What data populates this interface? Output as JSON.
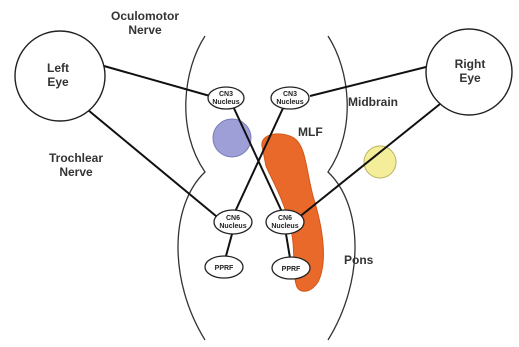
{
  "labels": {
    "oculomotor_nerve": [
      "Oculomotor",
      "Nerve"
    ],
    "trochlear_nerve": [
      "Trochlear",
      "Nerve"
    ],
    "midbrain": "Midbrain",
    "mlf": "MLF",
    "pons": "Pons"
  },
  "eyes": {
    "left": [
      "Left",
      "Eye"
    ],
    "right": [
      "Right",
      "Eye"
    ]
  },
  "nuclei": {
    "cn3_left": [
      "CN3",
      "Nucleus"
    ],
    "cn3_right": [
      "CN3",
      "Nucleus"
    ],
    "cn6_left": [
      "CN6",
      "Nucleus"
    ],
    "cn6_right": [
      "CN6",
      "Nucleus"
    ],
    "pprf_left": "PPRF",
    "pprf_right": "PPRF"
  },
  "colors": {
    "lesion_blue": "#9d9fd6",
    "lesion_yellow": "#f4ee9a",
    "mlf_orange": "#e8692a",
    "mlf_orange_edge": "#d4561a"
  }
}
